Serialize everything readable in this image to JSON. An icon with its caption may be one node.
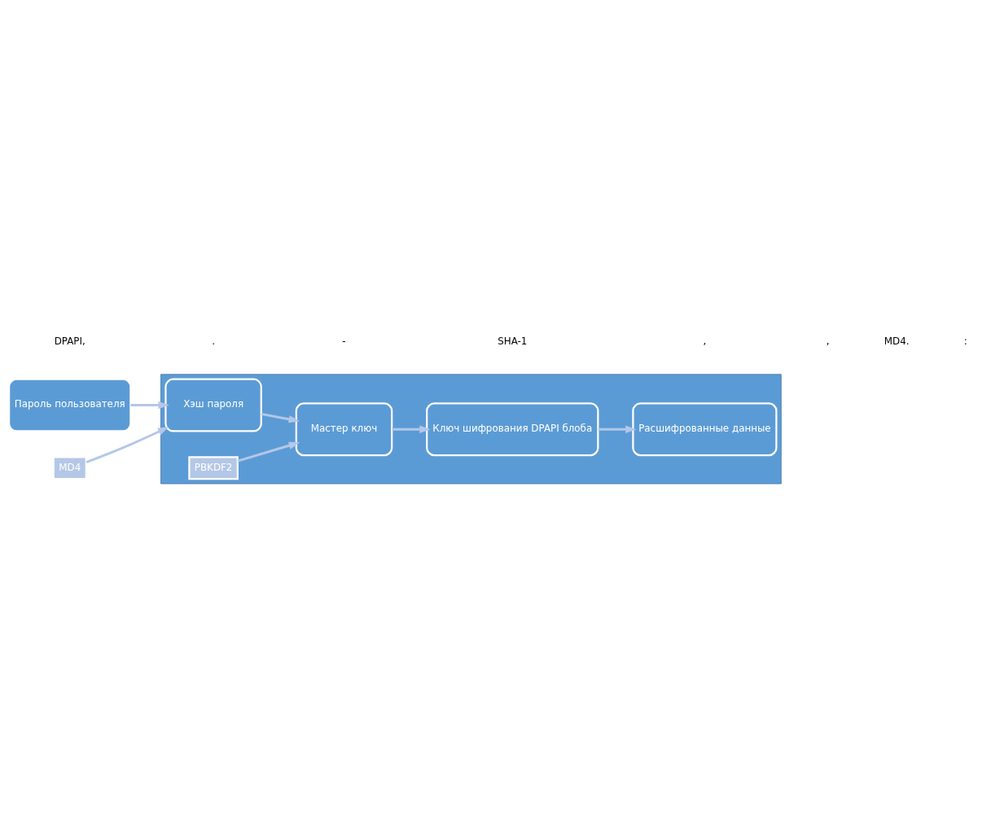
{
  "diagram": {
    "nodes": [
      {
        "text": [
          "Пароль пользователя"
        ]
      },
      {
        "text": [
          "MD4"
        ]
      },
      {
        "text": [],
        "shape": "box"
      },
      {
        "text": [
          "Хэш пароля"
        ],
        "in": 2
      },
      {
        "text": [
          "PBKDF2"
        ],
        "in": 2
      },
      {
        "text": [
          "Мастер ключ"
        ],
        "in": 2
      },
      {
        "text": [
          "Ключ шифрования DPAPI блоба"
        ],
        "in": 2
      },
      {
        "text": [
          "Расшифрованные данные"
        ],
        "in": 2
      }
    ],
    "edges": [
      {
        "from": 0,
        "to": 3,
        "arrow": "to"
      },
      {
        "from": 1,
        "to": 3,
        "arrow": "to"
      },
      {
        "from": 3,
        "to": 5,
        "arrow": "to"
      },
      {
        "from": 4,
        "to": 5,
        "arrow": "to"
      },
      {
        "from": 5,
        "to": 6,
        "arrow": "to"
      },
      {
        "from": 6,
        "to": 7,
        "arrow": "to"
      }
    ],
    "labels": [
      "DPAPI,",
      ".",
      "-",
      "SHA-1",
      ",",
      ",",
      "MD4.",
      ":"
    ]
  }
}
